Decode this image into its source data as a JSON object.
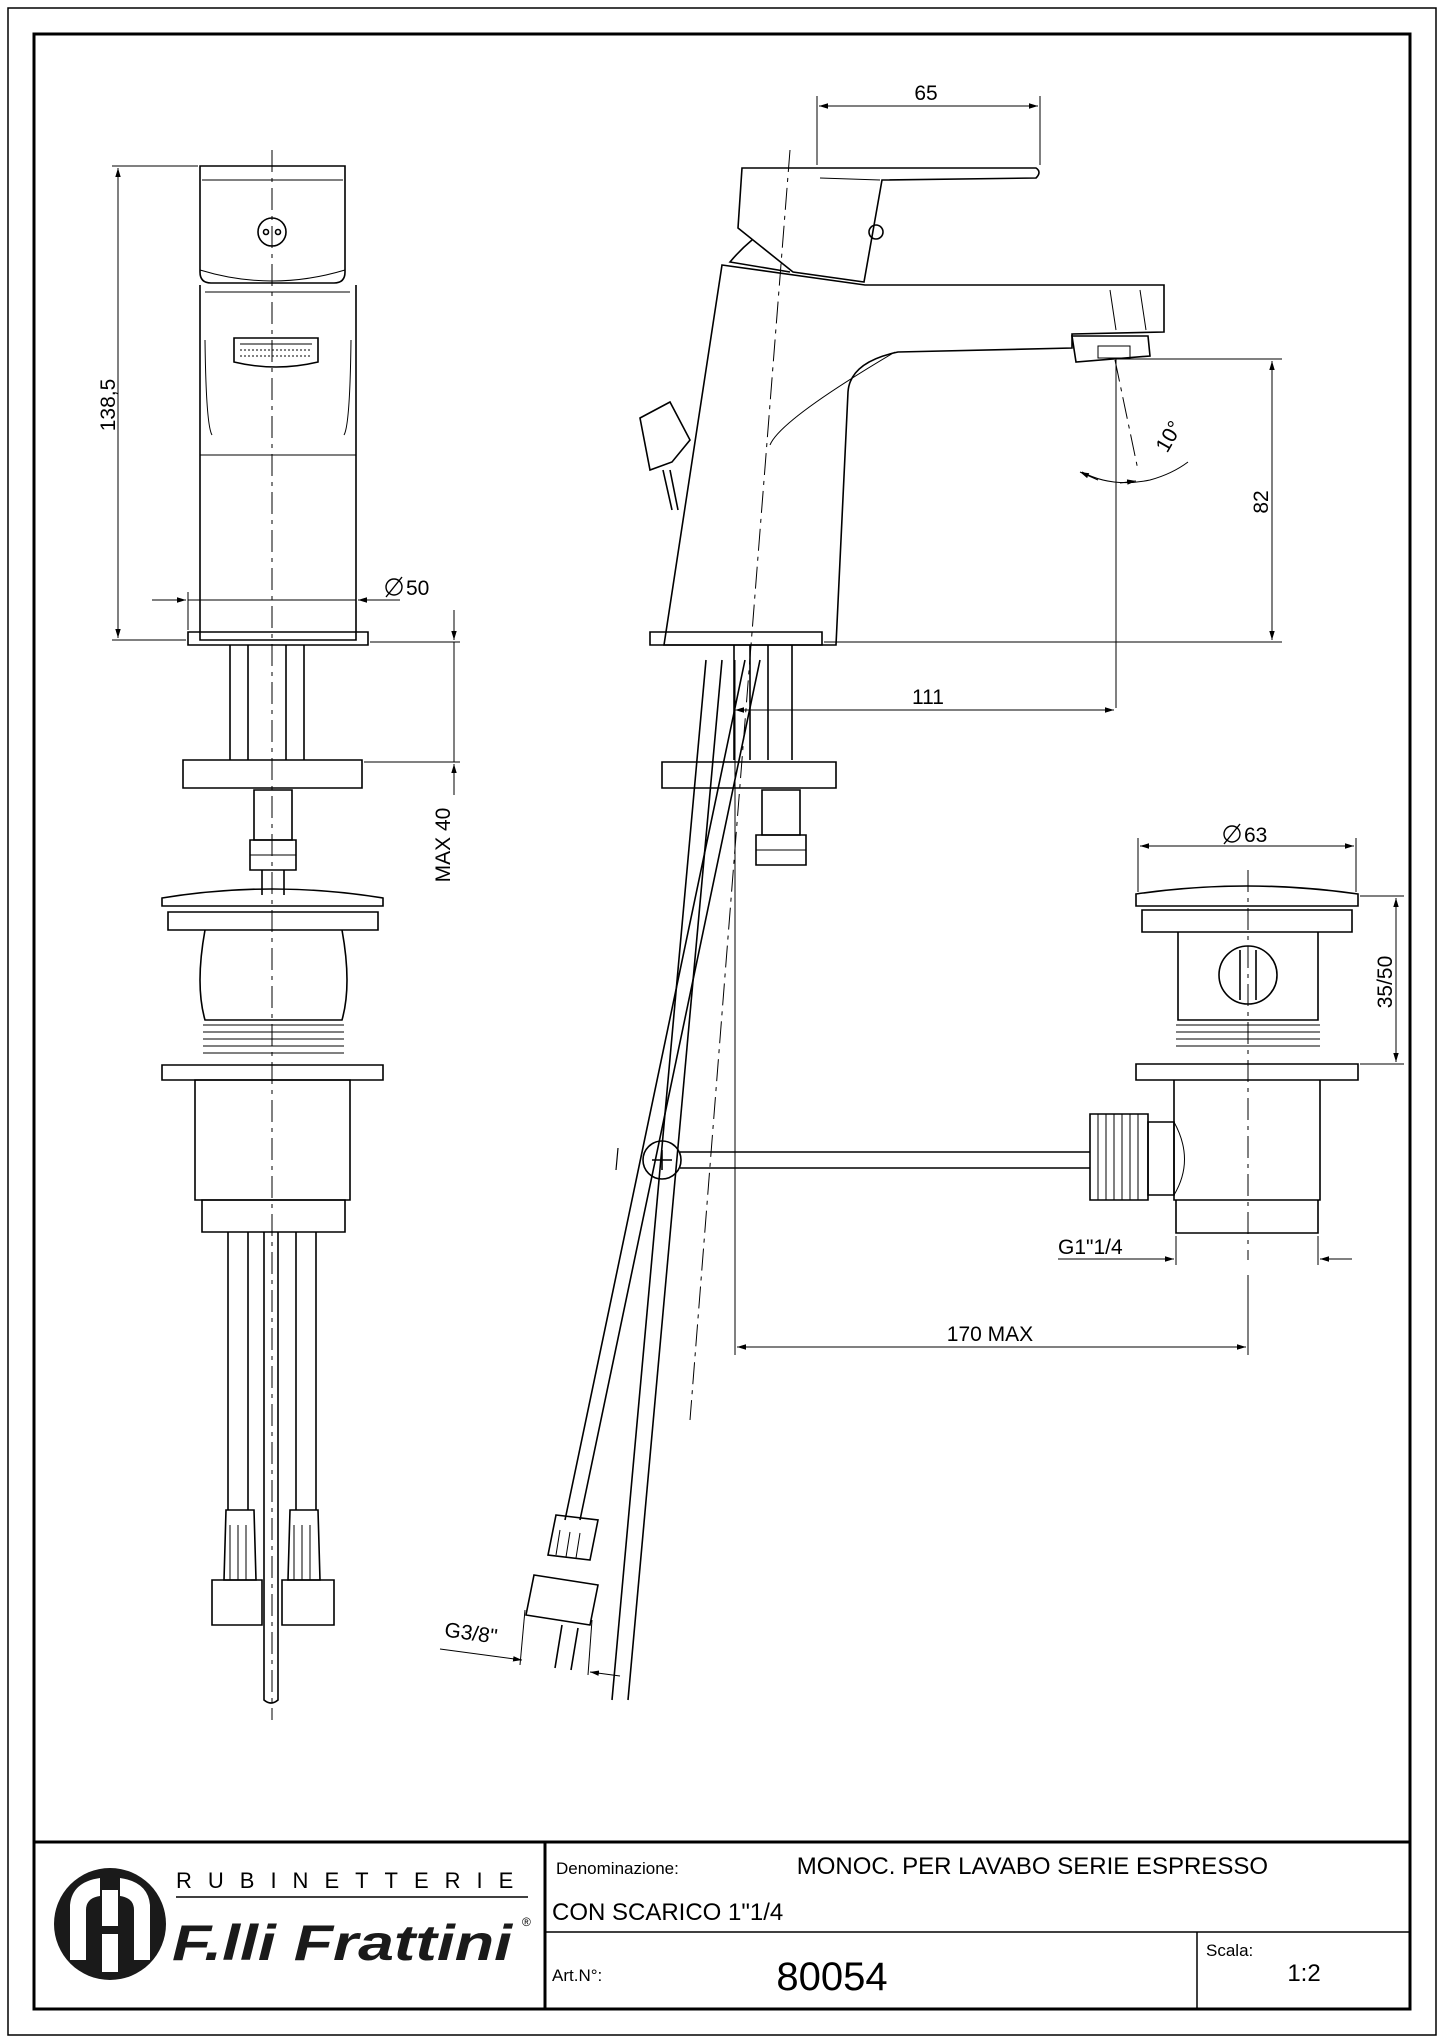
{
  "dimensions": {
    "d65": "65",
    "d138": "138,5",
    "d50": "50",
    "d10": "10°",
    "d82": "82",
    "d111": "111",
    "dmax40": "MAX 40",
    "d63": "63",
    "d3550": "35/50",
    "dg114": "G1\"1/4",
    "d170": "170 MAX",
    "dg38": "G3/8\""
  },
  "title_block": {
    "brand_top": "RUBINETTERIE",
    "brand_name": "F.lli Frattini",
    "brand_mark": "®",
    "denominazione_label": "Denominazione:",
    "denominazione_line1": "MONOC. PER LAVABO SERIE ESPRESSO",
    "denominazione_line2": "CON SCARICO 1\"1/4",
    "art_label": "Art.N°:",
    "art_value": "80054",
    "scala_label": "Scala:",
    "scala_value": "1:2"
  }
}
